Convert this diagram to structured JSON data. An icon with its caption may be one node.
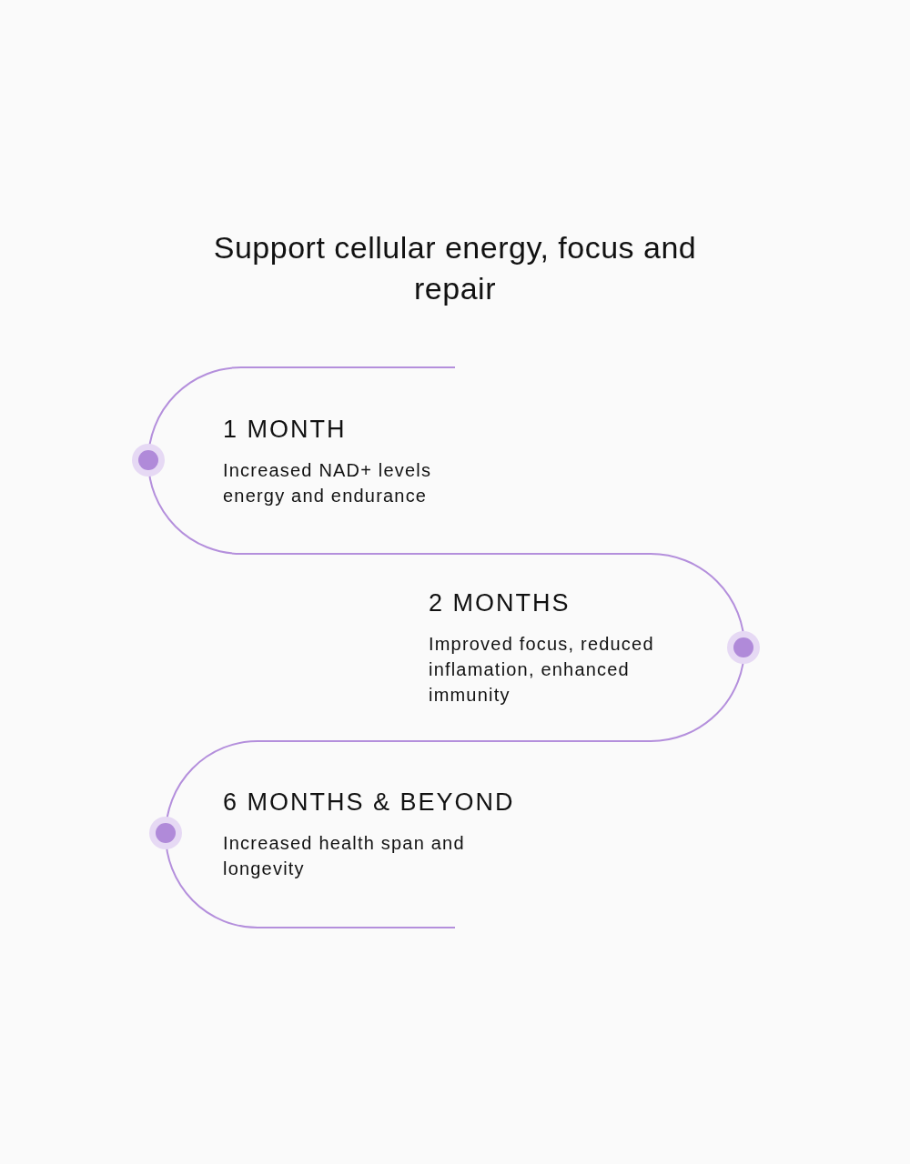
{
  "diagram": {
    "title": "Support cellular energy, focus and repair",
    "nodes": [
      {
        "text": [
          "1 MONTH",
          "Increased NAD+ levels energy and endurance"
        ]
      },
      {
        "text": [
          "2 MONTHS",
          "Improved focus, reduced inflamation, enhanced immunity"
        ]
      },
      {
        "text": [
          "6 MONTHS & BEYOND",
          "Increased health span and longevity"
        ]
      }
    ],
    "edges": []
  }
}
